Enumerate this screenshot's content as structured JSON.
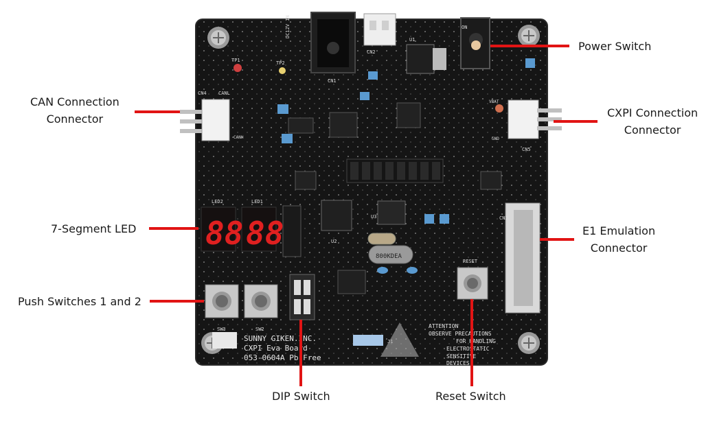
{
  "labels": {
    "power_switch": "Power Switch",
    "can_connector": [
      "CAN Connection",
      "Connector"
    ],
    "cxpi_connector": [
      "CXPI Connection",
      "Connector"
    ],
    "seven_segment_led": "7-Segment LED",
    "e1_emulation_connector": [
      "E1 Emulation",
      "Connector"
    ],
    "push_switches": "Push Switches 1 and 2",
    "dip_switch": "DIP Switch",
    "reset_switch": "Reset Switch"
  },
  "board_silkscreen": {
    "maker": "SUNNY GIKEN.INC.",
    "board_name": "CXPI Eva Board",
    "part_number": "053-0604A  Pb-Free",
    "warning": [
      "ATTENTION",
      "OBSERVE PRECAUTIONS",
      "FOR HANDLING",
      "ELECTROSTATIC",
      "SENSITIVE",
      "DEVICES"
    ],
    "crystal": "800KDEA",
    "sw3": "SW3",
    "sw2": "SW2",
    "led2": "LED2",
    "led1": "LED1",
    "seven_seg_digits": "88",
    "dc_in": "DC12V IN",
    "on_mark": "ON",
    "reset_mark": "RESET",
    "cn4": "CN4",
    "cn5": "CN5",
    "cn3": "CN3",
    "cn1": "CN1",
    "cn2": "CN2",
    "u1": "U1",
    "u2": "U2",
    "u3": "U3",
    "tp1": "TP1",
    "tp2": "TP2",
    "canl": "CANL",
    "canh": "CANH",
    "vbat": "VBAT",
    "gnd": "GND",
    "j1": "J1"
  },
  "colors": {
    "leader_line": "#e11414",
    "board": "#151515",
    "seven_seg": "#e02020"
  }
}
